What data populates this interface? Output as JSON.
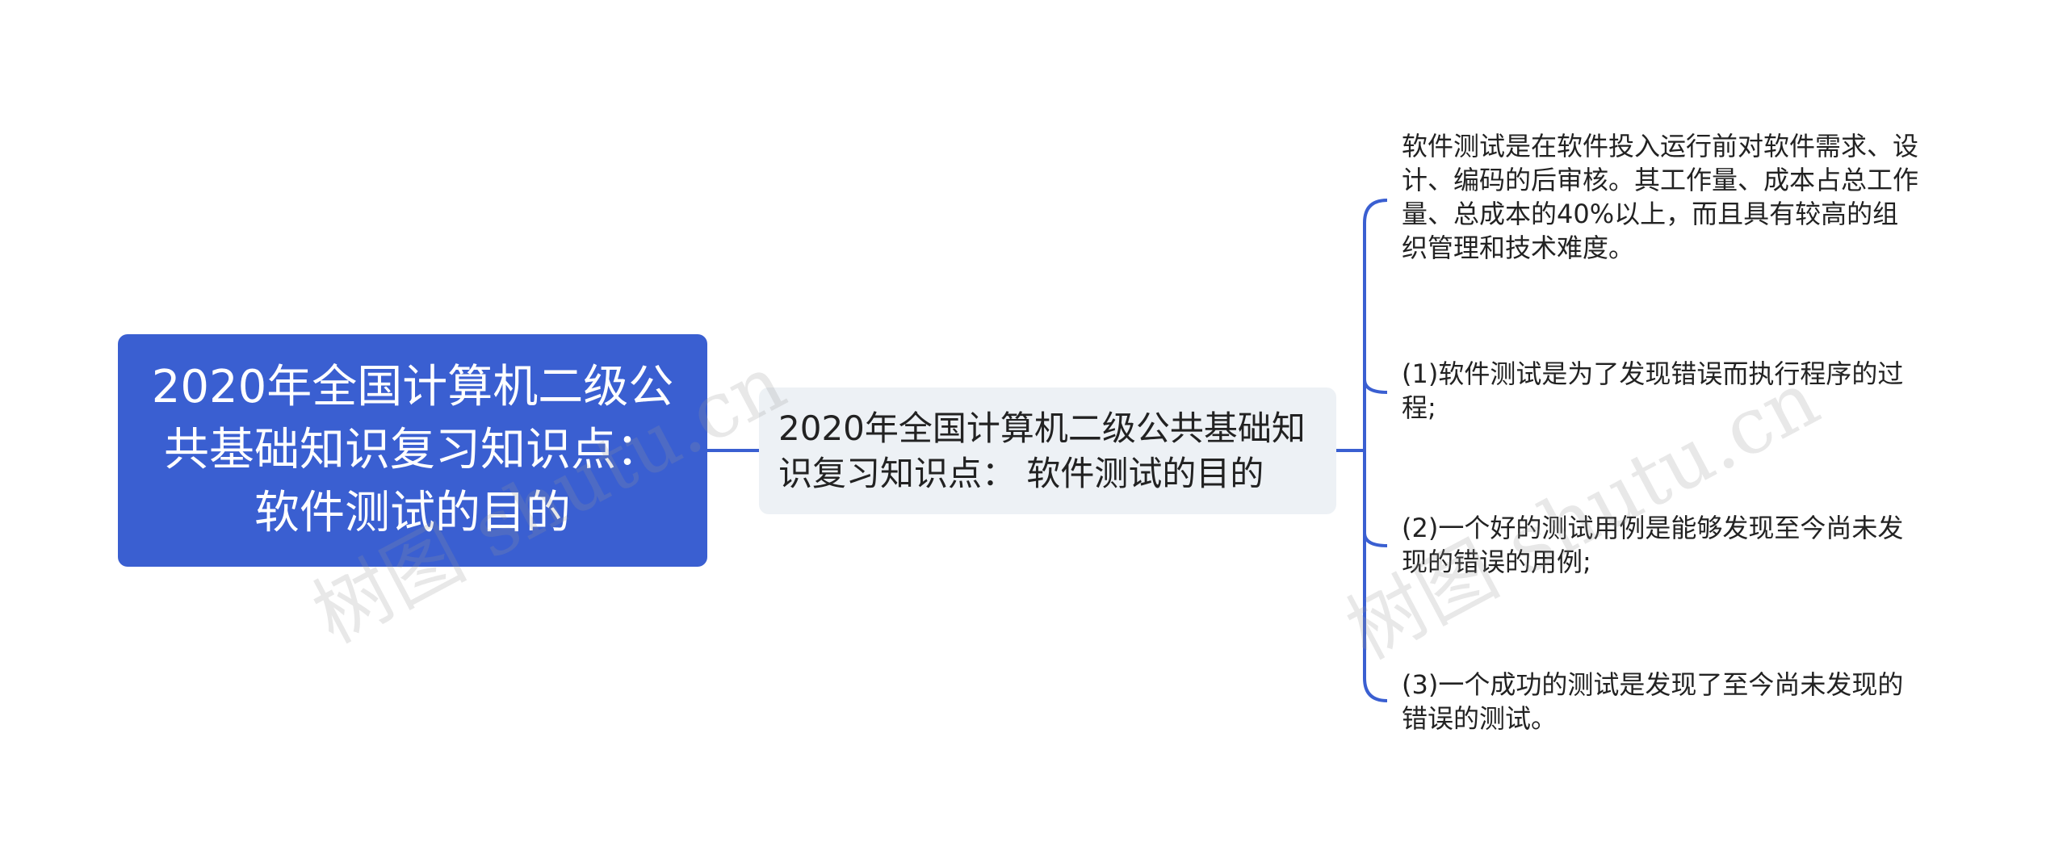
{
  "root": {
    "lines": [
      "2020年全国计算机二级公",
      "共基础知识复习知识点：",
      "软件测试的目的"
    ]
  },
  "topic": {
    "lines": [
      "2020年全国计算机二级公共基础知",
      "识复习知识点： 软件测试的目的"
    ]
  },
  "leaves": [
    {
      "lines": [
        "软件测试是在软件投入运行前对软件需求、设",
        "计、编码的后审核。其工作量、成本占总工作",
        "量、总成本的40%以上，而且具有较高的组",
        "织管理和技术难度。"
      ]
    },
    {
      "lines": [
        "(1)软件测试是为了发现错误而执行程序的过",
        "程;"
      ]
    },
    {
      "lines": [
        "(2)一个好的测试用例是能够发现至今尚未发",
        "现的错误的用例;"
      ]
    },
    {
      "lines": [
        "(3)一个成功的测试是发现了至今尚未发现的",
        "错误的测试。"
      ]
    }
  ],
  "watermarks": [
    "树图 shutu.cn",
    "树图 shutu.cn"
  ],
  "colors": {
    "root_fill": "#3a5fd1",
    "topic_fill": "#edf1f5",
    "connector": "#3a5fd1"
  }
}
